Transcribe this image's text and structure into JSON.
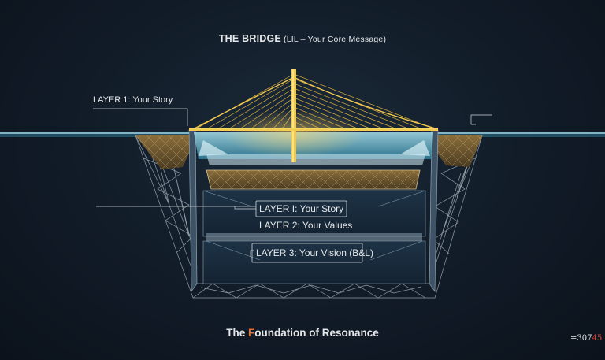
{
  "diagram": {
    "title_main": "THE BRIDGE",
    "title_rest": " (LIL – Your Core Message)",
    "layer1_outer": "LAYER 1: Your Story",
    "layer1_inner": "LAYER I: Your Story",
    "layer2": "LAYER 2: Your Values",
    "layer3": "LAYER 3: Your Vision (B&L)",
    "footer_pre": "The ",
    "footer_accent": "F",
    "footer_post": "oundation of Resonance",
    "corner_a": "=307",
    "corner_b": "45"
  },
  "colors": {
    "background": "#111b27",
    "bridge_gold": "#e6b83d",
    "water": "#6fc7de",
    "earth": "#6a5530",
    "wire": "#b9c4cc",
    "label": "#e6e8ea",
    "accent": "#e0703a"
  }
}
